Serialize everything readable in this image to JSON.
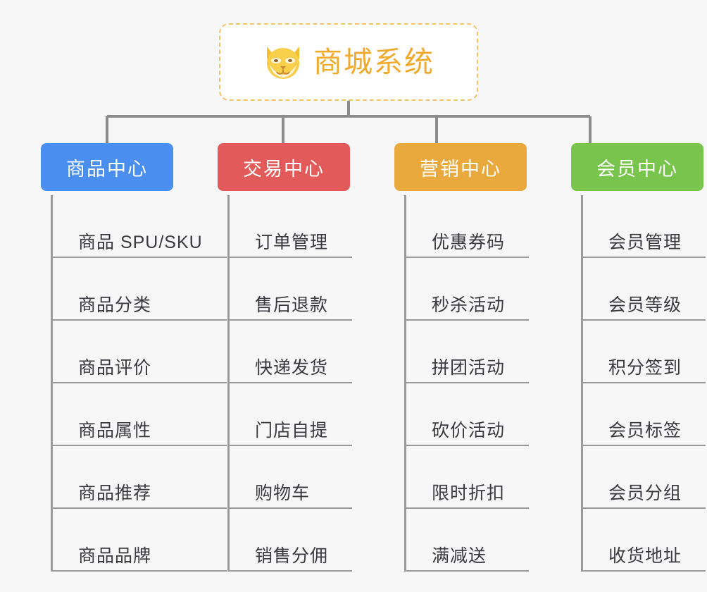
{
  "page": {
    "background_color": "#f7f7f7",
    "type": "org-chart"
  },
  "root": {
    "icon": "dog-face-icon",
    "title": "商城系统",
    "title_color": "#f0ab2e",
    "border_color": "#f2c56b",
    "background_color": "#ffffff"
  },
  "connector": {
    "color": "#8c8c8c"
  },
  "columns": [
    {
      "header": "商品中心",
      "color": "#4a8ef0",
      "items": [
        "商品 SPU/SKU",
        "商品分类",
        "商品评价",
        "商品属性",
        "商品推荐",
        "商品品牌"
      ]
    },
    {
      "header": "交易中心",
      "color": "#e25a5a",
      "items": [
        "订单管理",
        "售后退款",
        "快递发货",
        "门店自提",
        "购物车",
        "销售分佣"
      ]
    },
    {
      "header": "营销中心",
      "color": "#eaa93c",
      "items": [
        "优惠券码",
        "秒杀活动",
        "拼团活动",
        "砍价活动",
        "限时折扣",
        "满减送"
      ]
    },
    {
      "header": "会员中心",
      "color": "#79c council",
      "items": [
        "会员管理",
        "会员等级",
        "积分签到",
        "会员标签",
        "会员分组",
        "收货地址"
      ]
    }
  ]
}
